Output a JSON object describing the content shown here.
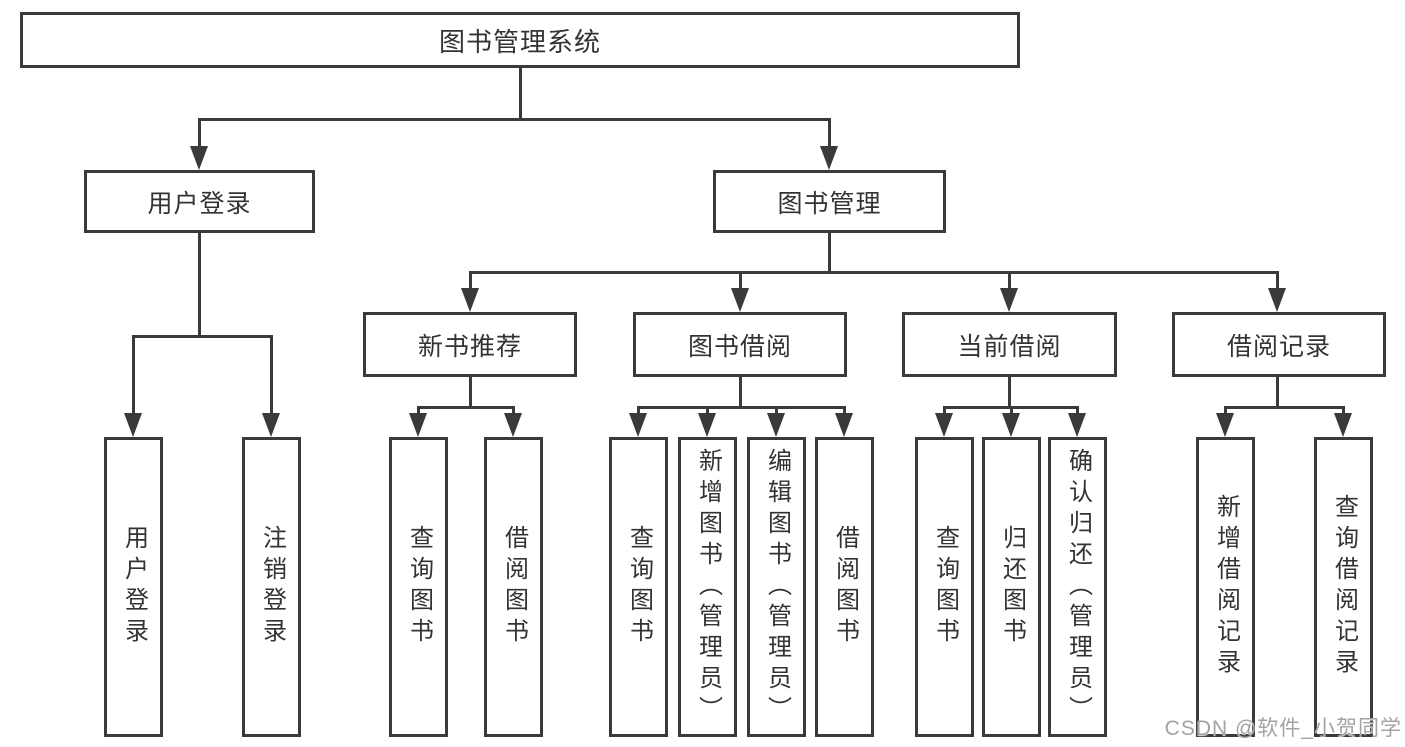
{
  "diagram": {
    "root": {
      "label": "图书管理系统"
    },
    "level1": [
      {
        "id": "user-login",
        "label": "用户登录",
        "parent": "图书管理系统"
      },
      {
        "id": "book-management",
        "label": "图书管理",
        "parent": "图书管理系统"
      }
    ],
    "level2": [
      {
        "id": "new-book-recommendation",
        "label": "新书推荐",
        "parent": "图书管理"
      },
      {
        "id": "book-borrowing",
        "label": "图书借阅",
        "parent": "图书管理"
      },
      {
        "id": "current-borrowing",
        "label": "当前借阅",
        "parent": "图书管理"
      },
      {
        "id": "borrowing-records",
        "label": "借阅记录",
        "parent": "图书管理"
      }
    ],
    "leaves": [
      {
        "id": "leaf-user-login",
        "label": "用户登录",
        "parent": "用户登录"
      },
      {
        "id": "leaf-logout",
        "label": "注销登录",
        "parent": "用户登录"
      },
      {
        "id": "leaf-recommend-query-books",
        "label": "查询图书",
        "parent": "新书推荐"
      },
      {
        "id": "leaf-recommend-borrow-books",
        "label": "借阅图书",
        "parent": "新书推荐"
      },
      {
        "id": "leaf-borrowing-query-books",
        "label": "查询图书",
        "parent": "图书借阅"
      },
      {
        "id": "leaf-borrowing-add-books-admin",
        "label": "新增图书（管理员）",
        "parent": "图书借阅"
      },
      {
        "id": "leaf-borrowing-edit-books-admin",
        "label": "编辑图书（管理员）",
        "parent": "图书借阅"
      },
      {
        "id": "leaf-borrowing-borrow-books",
        "label": "借阅图书",
        "parent": "图书借阅"
      },
      {
        "id": "leaf-current-query-books",
        "label": "查询图书",
        "parent": "当前借阅"
      },
      {
        "id": "leaf-current-return-books",
        "label": "归还图书",
        "parent": "当前借阅"
      },
      {
        "id": "leaf-current-confirm-return-admin",
        "label": "确认归还（管理员）",
        "parent": "当前借阅"
      },
      {
        "id": "leaf-records-add-borrow-record",
        "label": "新增借阅记录",
        "parent": "借阅记录"
      },
      {
        "id": "leaf-records-query-borrow-record",
        "label": "查询借阅记录",
        "parent": "借阅记录"
      }
    ]
  },
  "watermark": {
    "text": "CSDN @软件_小贺同学"
  },
  "colors": {
    "line": "#3a3a3a",
    "box_border": "#3a3a3a",
    "text": "#333333",
    "watermark": "#a3a3a3",
    "background": "#ffffff"
  }
}
